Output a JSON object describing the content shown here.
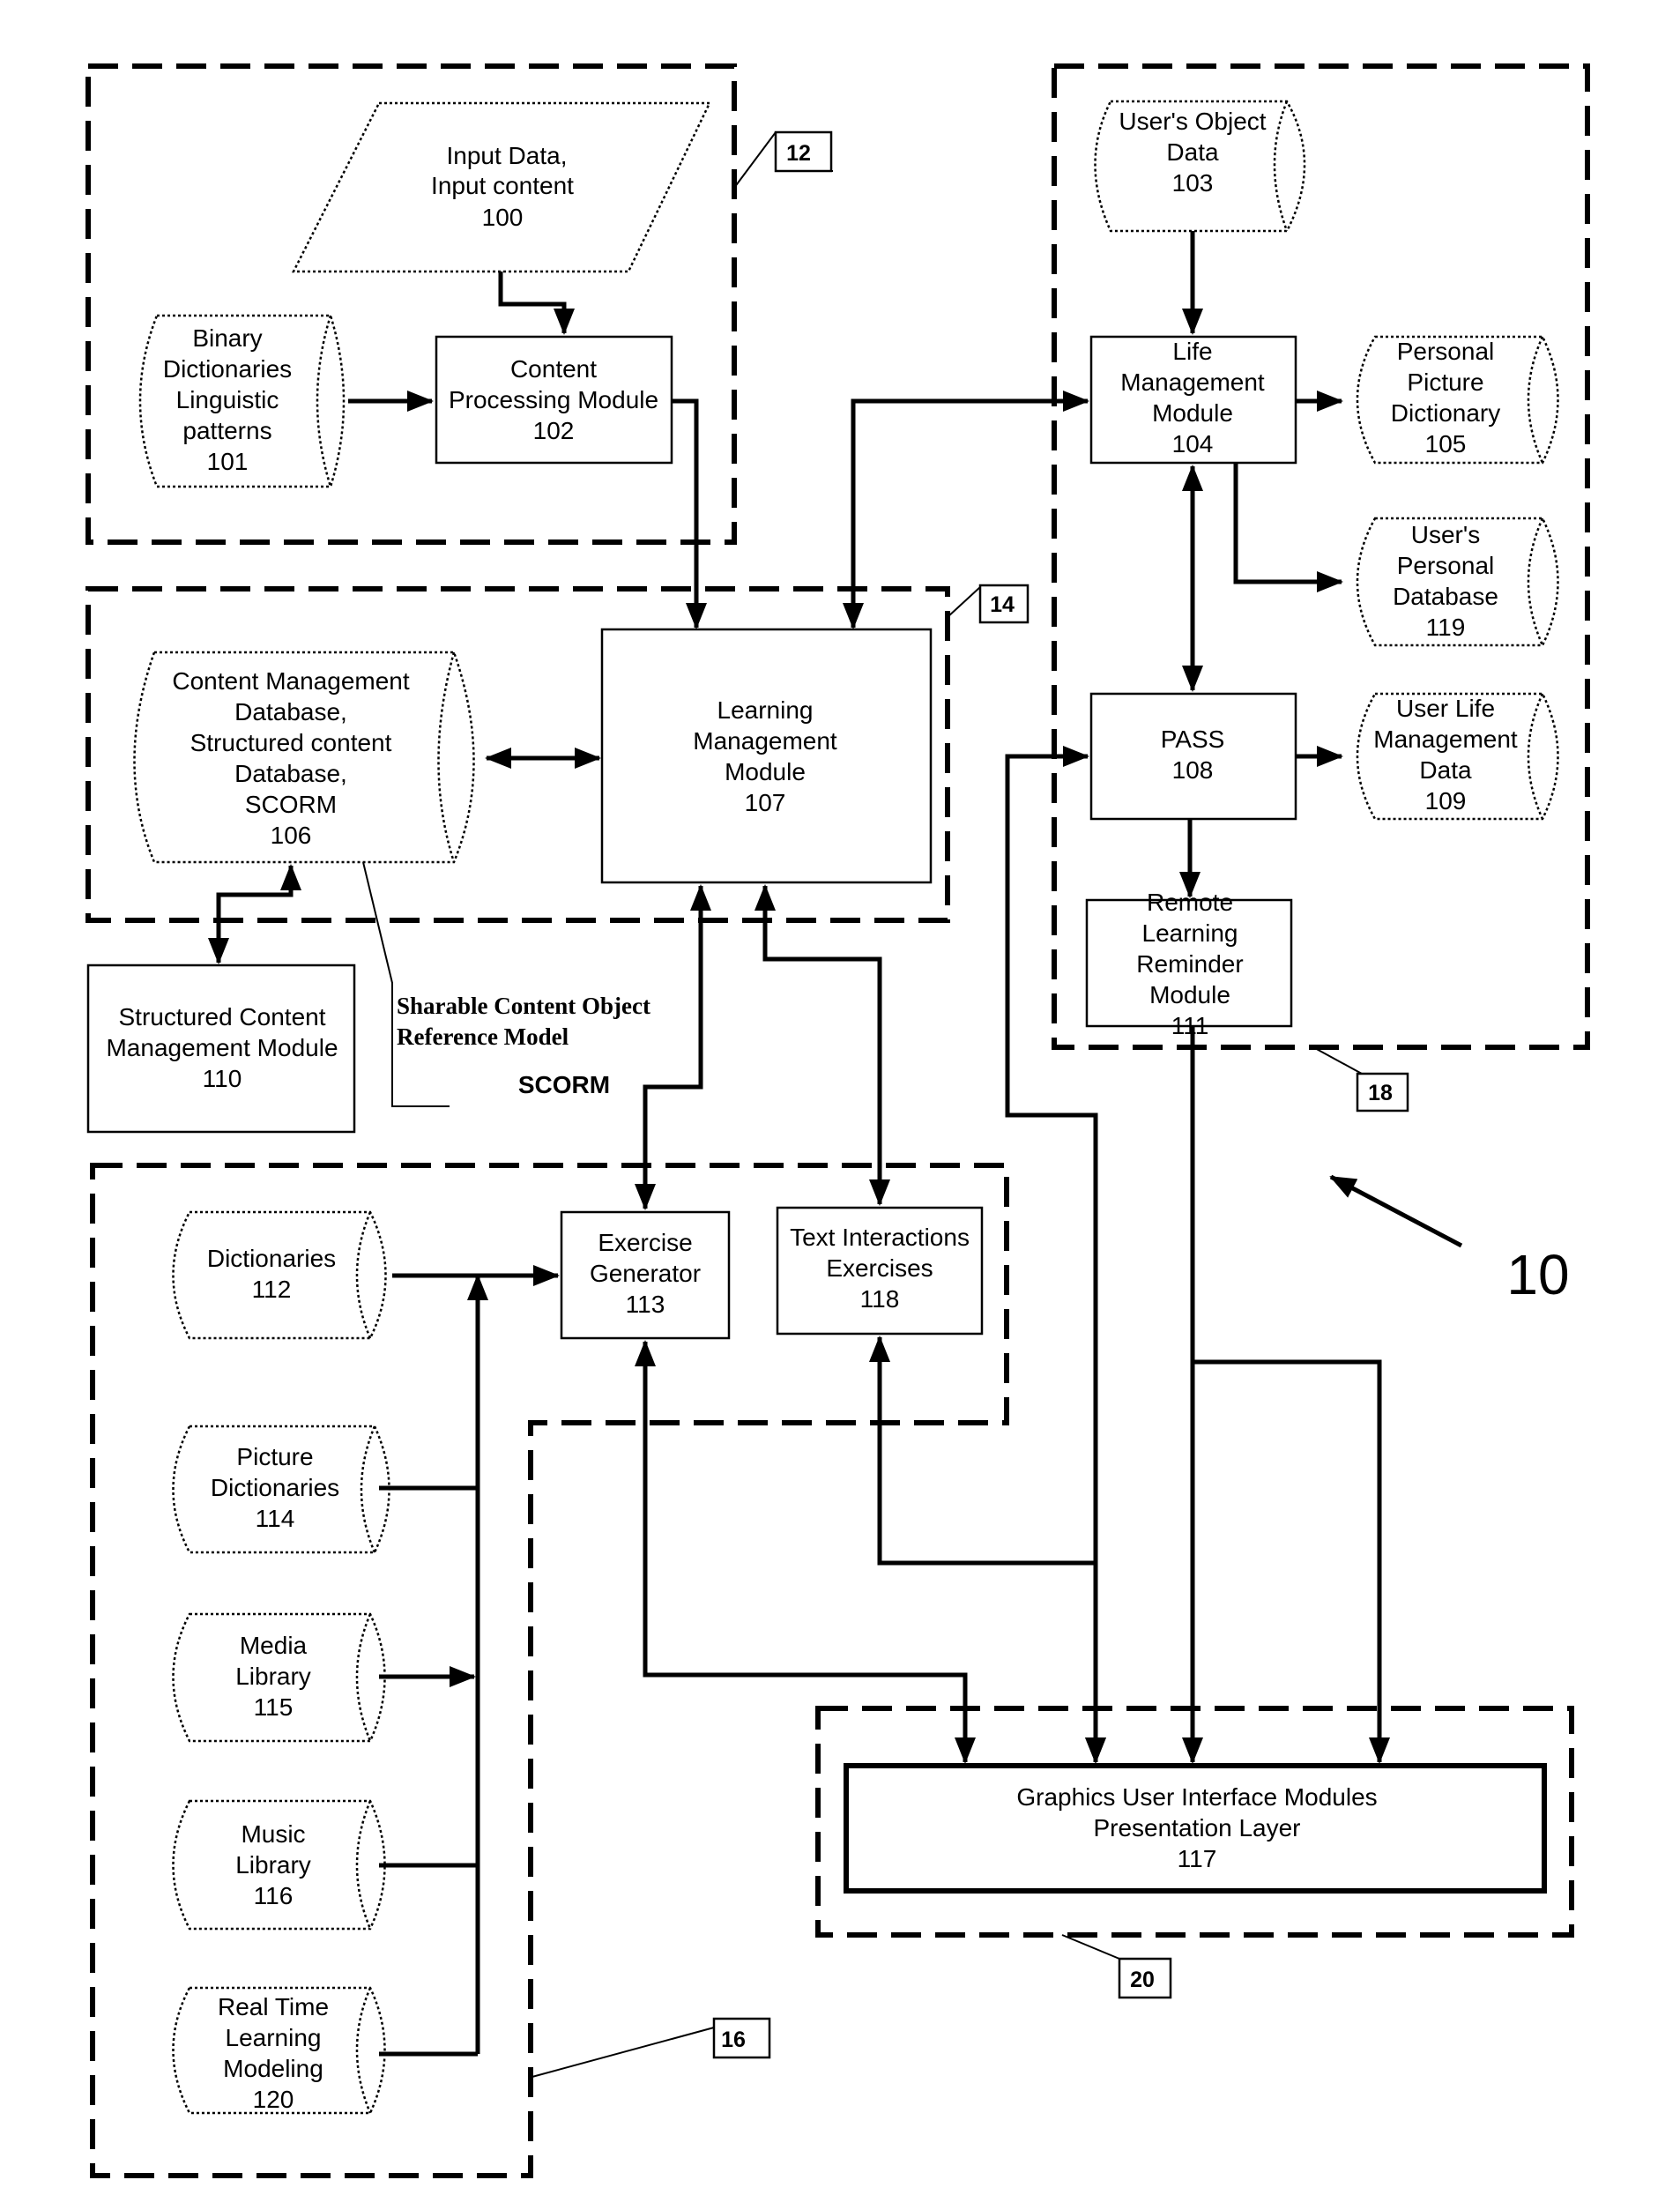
{
  "figure_number": "10",
  "groups": [
    {
      "ref": "12"
    },
    {
      "ref": "14"
    },
    {
      "ref": "16"
    },
    {
      "ref": "18"
    },
    {
      "ref": "20"
    }
  ],
  "nodes": {
    "input_data": {
      "lines": [
        "Input Data,",
        "Input content",
        "100"
      ]
    },
    "binary_dictionaries": {
      "lines": [
        "Binary",
        "Dictionaries",
        "Linguistic",
        "patterns",
        "101"
      ]
    },
    "content_processing": {
      "lines": [
        "Content",
        "Processing Module",
        "102"
      ]
    },
    "content_mgmt_db": {
      "lines": [
        "Content Management",
        "Database,",
        "Structured content",
        "Database,",
        "SCORM",
        "106"
      ]
    },
    "learning_mgmt": {
      "lines": [
        "Learning",
        "Management",
        "Module",
        "107"
      ]
    },
    "structured_content_mgmt": {
      "lines": [
        "Structured Content",
        "Management Module",
        "110"
      ]
    },
    "scorm_note": {
      "lines": [
        "Sharable Content Object",
        "Reference Model"
      ],
      "tag": "SCORM"
    },
    "users_object_data": {
      "lines": [
        "User's Object",
        "Data",
        "103"
      ]
    },
    "life_mgmt": {
      "lines": [
        "Life",
        "Management",
        "Module",
        "104"
      ]
    },
    "personal_picture_dict": {
      "lines": [
        "Personal",
        "Picture",
        "Dictionary",
        "105"
      ]
    },
    "users_personal_db": {
      "lines": [
        "User's",
        "Personal",
        "Database",
        "119"
      ]
    },
    "pass": {
      "lines": [
        "PASS",
        "108"
      ]
    },
    "user_life_mgmt_data": {
      "lines": [
        "User Life",
        "Management",
        "Data",
        "109"
      ]
    },
    "remote_learning": {
      "lines": [
        "Remote",
        "Learning",
        "Reminder",
        "Module",
        "111"
      ]
    },
    "dictionaries": {
      "lines": [
        "Dictionaries",
        "112"
      ]
    },
    "exercise_generator": {
      "lines": [
        "Exercise",
        "Generator",
        "113"
      ]
    },
    "text_interactions": {
      "lines": [
        "Text Interactions",
        "Exercises",
        "118"
      ]
    },
    "picture_dictionaries": {
      "lines": [
        "Picture",
        "Dictionaries",
        "114"
      ]
    },
    "media_library": {
      "lines": [
        "Media",
        "Library",
        "115"
      ]
    },
    "music_library": {
      "lines": [
        "Music",
        "Library",
        "116"
      ]
    },
    "real_time_learning": {
      "lines": [
        "Real Time",
        "Learning",
        "Modeling",
        "120"
      ]
    },
    "gui_modules": {
      "lines": [
        "Graphics User Interface Modules",
        "Presentation Layer",
        "117"
      ]
    }
  }
}
